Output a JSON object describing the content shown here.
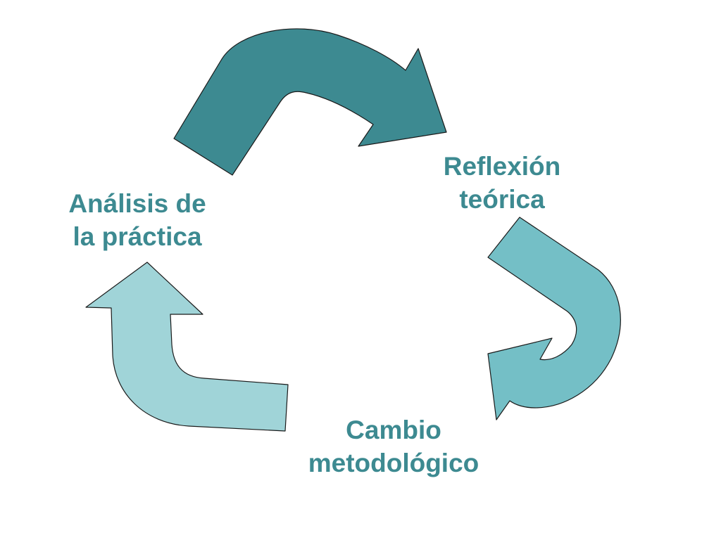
{
  "colors": {
    "arrow_top": "#3d8a91",
    "arrow_right": "#74bfc6",
    "arrow_left": "#a0d4d8",
    "outline": "#1a1a1a",
    "label_text": "#3d8a91",
    "background": "#ffffff"
  },
  "nodes": {
    "analisis": {
      "line1": "Análisis de",
      "line2": "la práctica"
    },
    "reflexion": {
      "line1": "Reflexión",
      "line2": "teórica"
    },
    "cambio": {
      "line1": "Cambio",
      "line2": "metodológico"
    }
  }
}
